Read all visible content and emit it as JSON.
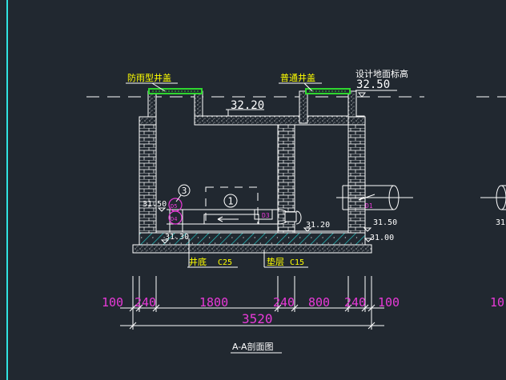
{
  "drawing": {
    "title": "A-A剖面图",
    "labels": {
      "rainproof_cover": "防雨型井盖",
      "normal_cover": "普通井盖",
      "design_ground": "设计地面标高",
      "well_bottom": "井底",
      "well_bottom_grade": "C25",
      "cushion": "垫层",
      "cushion_grade": "C15"
    },
    "elevations": {
      "ground": "32.50",
      "top_slab": "32.20",
      "pipe_left": "31.50",
      "pipe_mid": "31.20",
      "pipe_right": "31.50",
      "floor_left": "31.30",
      "floor_right": "31.00",
      "edge_partial": "31"
    },
    "pipe_tags": {
      "left": "D5",
      "left_lower": "D4",
      "mid": "D3",
      "right": "D1"
    },
    "callouts": {
      "one": "1",
      "three": "3"
    },
    "dimensions": {
      "d1": "100",
      "d2": "240",
      "d3": "1800",
      "d4": "240",
      "d5": "800",
      "d6": "240",
      "d7": "100",
      "total": "3520",
      "edge_partial": "10"
    },
    "colors": {
      "background": "#212830",
      "line": "#ffffff",
      "dimension": "#e83ad8",
      "label": "#ffff00",
      "cover": "#2fd62f",
      "hatch": "#27c8c8",
      "border": "#2fe2e2"
    }
  }
}
